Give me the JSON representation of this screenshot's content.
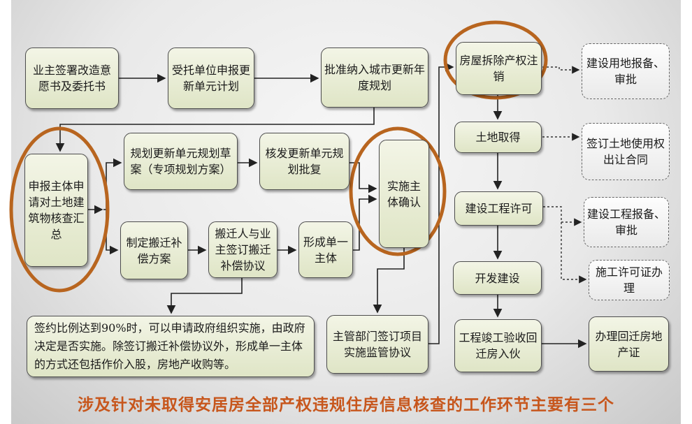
{
  "nodes": {
    "sign_intent": "业主签署改造意愿书及委托书",
    "apply_plan": "受托单位申报更新单元计划",
    "approve_annual": "批准纳入城市更新年度规划",
    "cancel_property": "房屋拆除产权注销",
    "land_filing": "建设用地报备、审批",
    "land_acquire": "土地取得",
    "land_contract": "签订土地使用权出让合同",
    "applicant_survey": "申报主体申请对土地建筑物核查汇总",
    "draft_plan": "规划更新单元规划草案（专项规划方案）",
    "issue_reply": "核发更新单元规划批复",
    "confirm_subject": "实施主体确认",
    "permit": "建设工程许可",
    "eng_filing": "建设工程报备、审批",
    "comp_plan": "制定搬迁补偿方案",
    "sign_comp": "搬迁人与业主签订搬迁补偿协议",
    "single_subject": "形成单一主体",
    "develop": "开发建设",
    "construction_permit": "施工许可证办理",
    "note": "签约比例达到90%时，可以申请政府组织实施，由政府决定是否实施。除签订搬迁补偿协议外，形成单一主体的方式还包括作价入股，房地产收购等。",
    "supervise": "主管部门签订项目实施监管协议",
    "acceptance": "工程竣工验收回迁房入伙",
    "cert": "办理回迁房地产证"
  },
  "caption": "涉及针对未取得安居房全部产权违规住房信息核查的工作环节主要有三个",
  "colors": {
    "highlight_ring": "#b8651f",
    "caption": "#c7561c",
    "node_fill": "#e6ebd2"
  }
}
